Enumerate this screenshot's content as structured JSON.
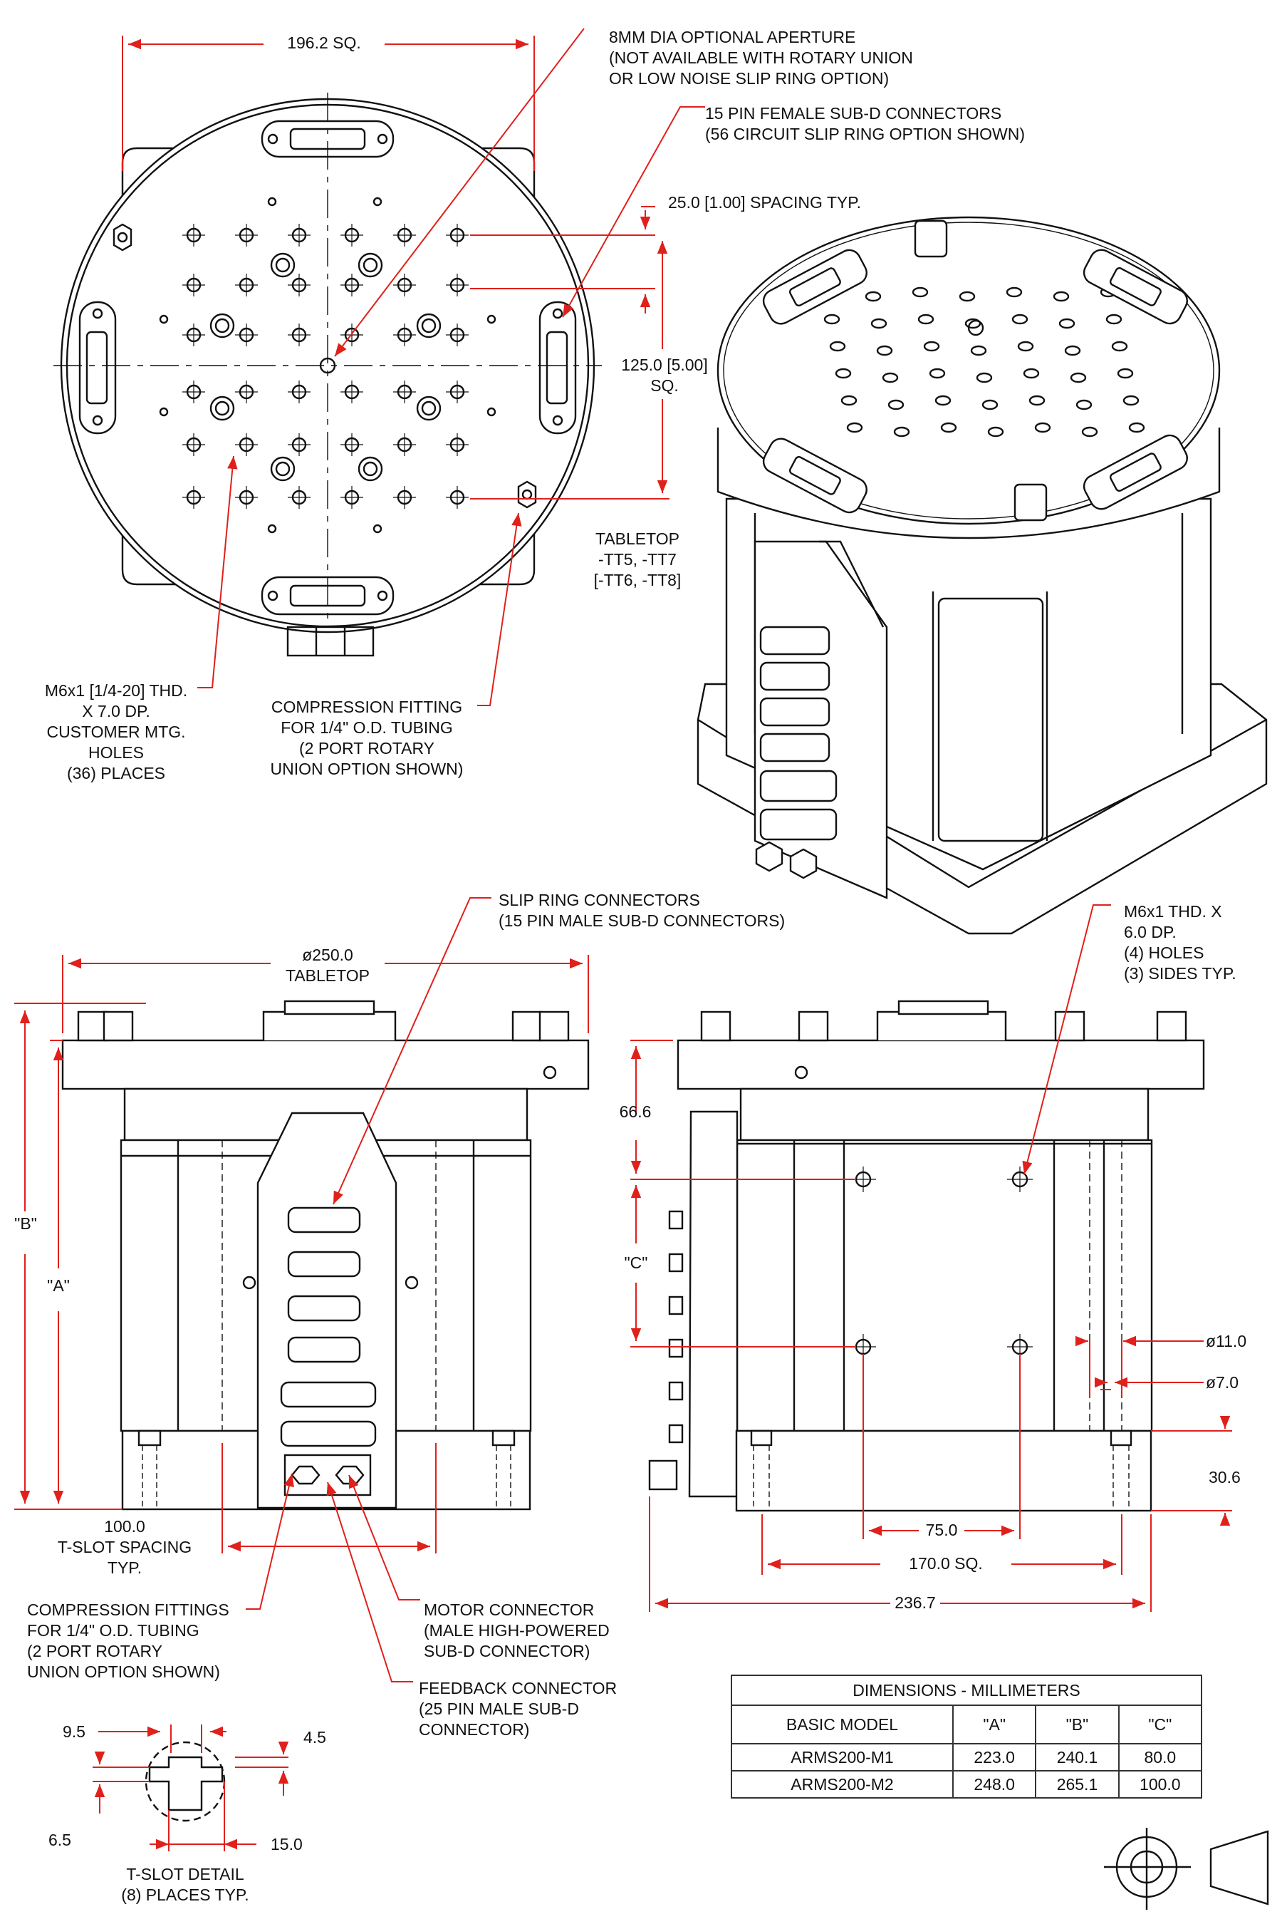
{
  "drawing": {
    "top_view": {
      "width_dim": "196.2 SQ.",
      "aperture_note": "8MM DIA OPTIONAL APERTURE\n(NOT AVAILABLE WITH ROTARY UNION\nOR LOW NOISE SLIP RING OPTION)",
      "subd_note": "15 PIN FEMALE SUB-D CONNECTORS\n(56 CIRCUIT SLIP RING OPTION SHOWN)",
      "spacing_note": "25.0 [1.00] SPACING TYP.",
      "square_dim": "125.0 [5.00]\nSQ.",
      "tabletop_note": "TABLETOP\n-TT5, -TT7\n[-TT6, -TT8]",
      "mtg_holes_note": "M6x1 [1/4-20] THD.\nX 7.0 DP.\nCUSTOMER MTG.\nHOLES\n(36) PLACES",
      "fitting_note": "COMPRESSION FITTING\nFOR 1/4\" O.D. TUBING\n(2 PORT ROTARY\nUNION OPTION SHOWN)"
    },
    "front_view": {
      "slip_ring_note": "SLIP RING CONNECTORS\n(15 PIN MALE SUB-D CONNECTORS)",
      "tabletop_dim": "ø250.0\nTABLETOP",
      "dim_b": "\"B\"",
      "dim_a": "\"A\"",
      "tslot_spacing": "100.0\nT-SLOT SPACING\nTYP.",
      "fittings_note": "COMPRESSION FITTINGS\nFOR 1/4\" O.D. TUBING\n(2 PORT ROTARY\nUNION OPTION SHOWN)",
      "motor_note": "MOTOR CONNECTOR\n(MALE HIGH-POWERED\nSUB-D CONNECTOR)",
      "feedback_note": "FEEDBACK CONNECTOR\n(25 PIN MALE SUB-D\nCONNECTOR)"
    },
    "side_view": {
      "holes_note": "M6x1 THD. X\n6.0 DP.\n(4) HOLES\n(3) SIDES TYP.",
      "dim_66": "66.6",
      "dim_c": "\"C\"",
      "dim_11": "ø11.0",
      "dim_7": "ø7.0",
      "dim_30": "30.6",
      "dim_75": "75.0",
      "dim_170": "170.0 SQ.",
      "dim_236": "236.7"
    },
    "tslot_detail": {
      "dim_9_5": "9.5",
      "dim_4_5": "4.5",
      "dim_6_5": "6.5",
      "dim_15": "15.0",
      "caption": "T-SLOT DETAIL\n(8) PLACES TYP."
    }
  },
  "dimensions_table": {
    "title": "DIMENSIONS - MILLIMETERS",
    "headers": [
      "BASIC MODEL",
      "\"A\"",
      "\"B\"",
      "\"C\""
    ],
    "rows": [
      [
        "ARMS200-M1",
        "223.0",
        "240.1",
        "80.0"
      ],
      [
        "ARMS200-M2",
        "248.0",
        "265.1",
        "100.0"
      ]
    ]
  },
  "colors": {
    "line": "#111111",
    "callout": "#e0201b"
  }
}
